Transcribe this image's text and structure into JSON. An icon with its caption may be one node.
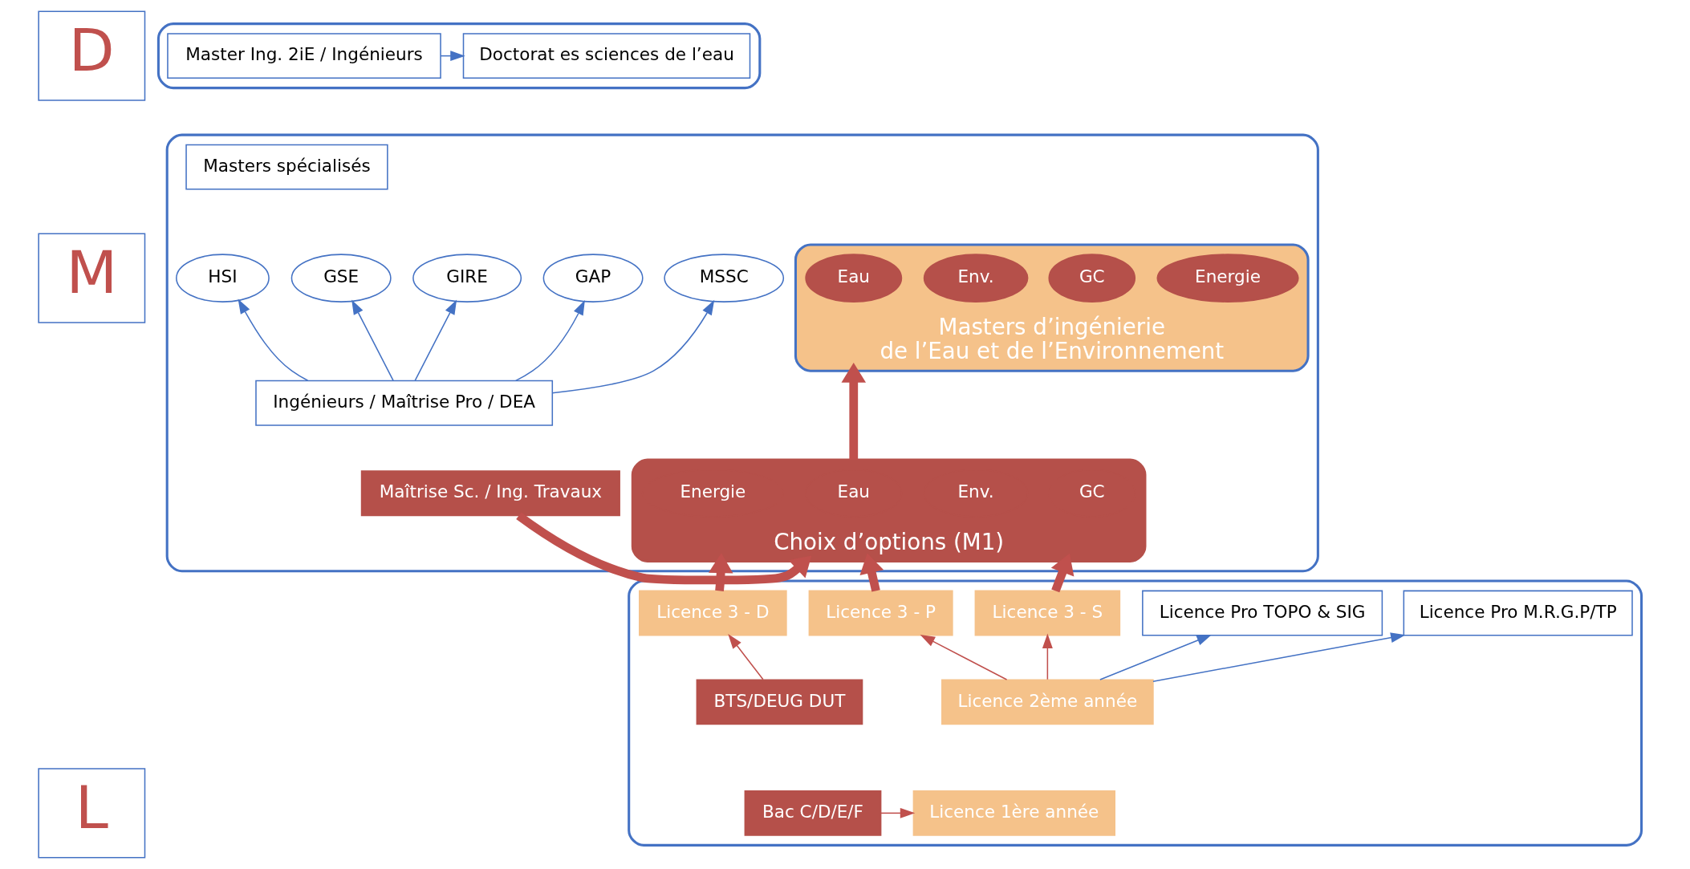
{
  "diagram": {
    "nodes": [
      {
        "text": [
          "D"
        ]
      },
      {
        "text": [],
        "shape": "box"
      },
      {
        "text": [
          "Master Ing. 2iE / Ingénieurs"
        ],
        "in": 1
      },
      {
        "text": [
          "Doctorat es sciences de l’eau"
        ],
        "in": 1
      },
      {
        "text": [
          "M"
        ]
      },
      {
        "text": [],
        "shape": "box"
      },
      {
        "text": [
          "Masters spécialisés"
        ],
        "in": 5
      },
      {
        "text": [
          "HSI"
        ],
        "in": 5
      },
      {
        "text": [
          "GSE"
        ],
        "in": 5
      },
      {
        "text": [
          "GIRE"
        ],
        "in": 5
      },
      {
        "text": [
          "GAP"
        ],
        "in": 5
      },
      {
        "text": [
          "MSSC"
        ],
        "in": 5
      },
      {
        "text": [
          "Ingénieurs / Maîtrise Pro / DEA"
        ],
        "in": 5
      },
      {
        "text": [
          "Masters d’ingénierie",
          "de l’Eau et de l’Environnement"
        ],
        "in": 5
      },
      {
        "text": [
          "Eau"
        ],
        "in": 13
      },
      {
        "text": [
          "Env."
        ],
        "in": 13
      },
      {
        "text": [
          "GC"
        ],
        "in": 13
      },
      {
        "text": [
          "Energie"
        ],
        "in": 13
      },
      {
        "text": [
          "Maîtrise Sc. / Ing. Travaux"
        ],
        "in": 5
      },
      {
        "text": [
          "Choix d’options (M1)"
        ],
        "in": 5
      },
      {
        "text": [
          "Eau"
        ],
        "in": 19
      },
      {
        "text": [
          "Env."
        ],
        "in": 19
      },
      {
        "text": [
          "GC"
        ],
        "in": 19
      },
      {
        "text": [
          "Energie"
        ],
        "in": 19
      },
      {
        "text": [
          "L"
        ]
      },
      {
        "text": [],
        "shape": "box"
      },
      {
        "text": [
          "Licence Pro TOPO & SIG"
        ],
        "in": 25
      },
      {
        "text": [
          "Licence Pro M.R.G.P/TP"
        ],
        "in": 25
      },
      {
        "text": [
          "Licence 3 - P"
        ],
        "in": 25
      },
      {
        "text": [
          "Licence 3 - S"
        ],
        "in": 25
      },
      {
        "text": [
          "Licence 3 - D"
        ],
        "in": 25
      },
      {
        "text": [
          "Licence 2ème année"
        ],
        "in": 25
      },
      {
        "text": [
          "Licence 1ère année"
        ],
        "in": 25
      },
      {
        "text": [
          "BTS/DEUG DUT"
        ],
        "in": 25
      },
      {
        "text": [
          "Bac C/D/E/F"
        ],
        "in": 25
      }
    ],
    "edges": [
      {
        "from": 2,
        "to": 3,
        "arrow": "to",
        "color": "#4472c4"
      },
      {
        "from": 12,
        "to": 7,
        "arrow": "to",
        "color": "#4472c4"
      },
      {
        "from": 12,
        "to": 8,
        "arrow": "to",
        "color": "#4472c4"
      },
      {
        "from": 12,
        "to": 9,
        "arrow": "to",
        "color": "#4472c4"
      },
      {
        "from": 12,
        "to": 10,
        "arrow": "to",
        "color": "#4472c4"
      },
      {
        "from": 12,
        "to": 11,
        "arrow": "to",
        "color": "#4472c4"
      },
      {
        "from": 18,
        "to": 19,
        "arrow": "to",
        "style": "thick",
        "color": "#c0504d"
      },
      {
        "from": 19,
        "to": 13,
        "arrow": "to",
        "style": "thick",
        "color": "#c0504d"
      },
      {
        "from": 28,
        "to": 19,
        "arrow": "to",
        "style": "thick",
        "color": "#c0504d"
      },
      {
        "from": 29,
        "to": 19,
        "arrow": "to",
        "style": "thick",
        "color": "#c0504d"
      },
      {
        "from": 30,
        "to": 19,
        "arrow": "to",
        "style": "thick",
        "color": "#c0504d"
      },
      {
        "from": 31,
        "to": 28,
        "arrow": "to",
        "color": "#c0504d"
      },
      {
        "from": 31,
        "to": 29,
        "arrow": "to",
        "color": "#c0504d"
      },
      {
        "from": 33,
        "to": 30,
        "arrow": "to",
        "color": "#c0504d"
      },
      {
        "from": 34,
        "to": 32,
        "arrow": "to",
        "color": "#c0504d"
      },
      {
        "from": 31,
        "to": 26,
        "arrow": "to",
        "color": "#4472c4"
      },
      {
        "from": 31,
        "to": 27,
        "arrow": "to",
        "color": "#4472c4"
      }
    ]
  }
}
